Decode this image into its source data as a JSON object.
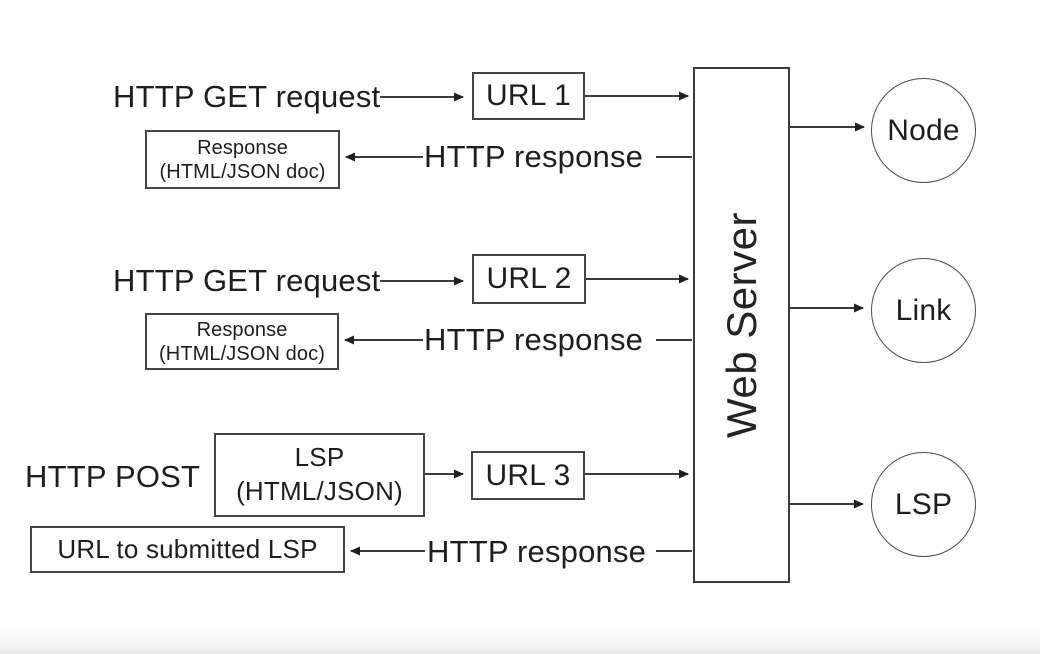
{
  "colors": {
    "background": "#ffffff",
    "text": "#1e1e1e",
    "box_border": "#454545",
    "line": "#1f1f1f"
  },
  "flows": {
    "get1": {
      "request": "HTTP GET request",
      "url": "URL 1",
      "response": "HTTP response",
      "result_line1": "Response",
      "result_line2": "(HTML/JSON doc)"
    },
    "get2": {
      "request": "HTTP GET request",
      "url": "URL 2",
      "response": "HTTP response",
      "result_line1": "Response",
      "result_line2": "(HTML/JSON doc)"
    },
    "post": {
      "request": "HTTP POST",
      "payload_line1": "LSP",
      "payload_line2": "(HTML/JSON)",
      "url": "URL 3",
      "response": "HTTP response",
      "result": "URL to submitted LSP"
    }
  },
  "server": {
    "label": "Web Server"
  },
  "resources": [
    {
      "label": "Node"
    },
    {
      "label": "Link"
    },
    {
      "label": "LSP"
    }
  ]
}
